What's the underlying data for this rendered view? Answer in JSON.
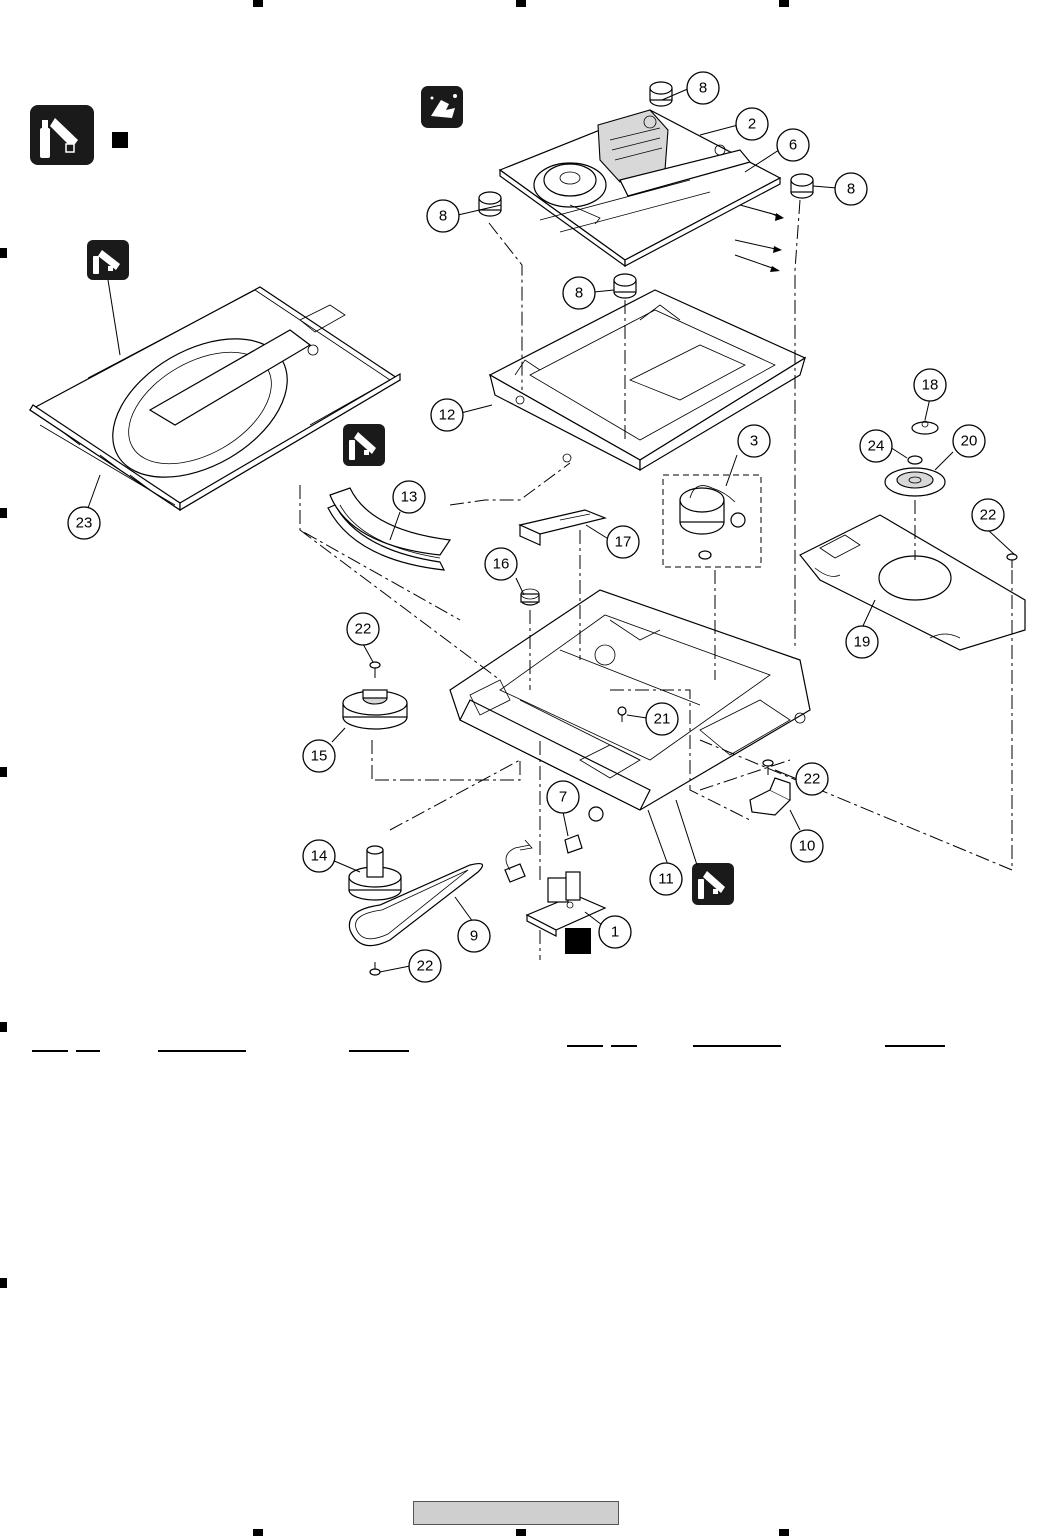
{
  "callouts": [
    {
      "id": "c1",
      "label": "1"
    },
    {
      "id": "c2",
      "label": "2"
    },
    {
      "id": "c3",
      "label": "3"
    },
    {
      "id": "c6",
      "label": "6"
    },
    {
      "id": "c7",
      "label": "7"
    },
    {
      "id": "c8a",
      "label": "8"
    },
    {
      "id": "c8b",
      "label": "8"
    },
    {
      "id": "c8c",
      "label": "8"
    },
    {
      "id": "c8d",
      "label": "8"
    },
    {
      "id": "c9",
      "label": "9"
    },
    {
      "id": "c10",
      "label": "10"
    },
    {
      "id": "c11",
      "label": "11"
    },
    {
      "id": "c12",
      "label": "12"
    },
    {
      "id": "c13",
      "label": "13"
    },
    {
      "id": "c14",
      "label": "14"
    },
    {
      "id": "c15",
      "label": "15"
    },
    {
      "id": "c16",
      "label": "16"
    },
    {
      "id": "c17",
      "label": "17"
    },
    {
      "id": "c18",
      "label": "18"
    },
    {
      "id": "c19",
      "label": "19"
    },
    {
      "id": "c20",
      "label": "20"
    },
    {
      "id": "c21",
      "label": "21"
    },
    {
      "id": "c22a",
      "label": "22"
    },
    {
      "id": "c22b",
      "label": "22"
    },
    {
      "id": "c22c",
      "label": "22"
    },
    {
      "id": "c22d",
      "label": "22"
    },
    {
      "id": "c23",
      "label": "23"
    },
    {
      "id": "c24",
      "label": "24"
    }
  ],
  "icons": {
    "grease": "grease-applicator-icon",
    "cleaning": "cleaning-wipe-icon",
    "marker": "black-square-marker-icon"
  }
}
